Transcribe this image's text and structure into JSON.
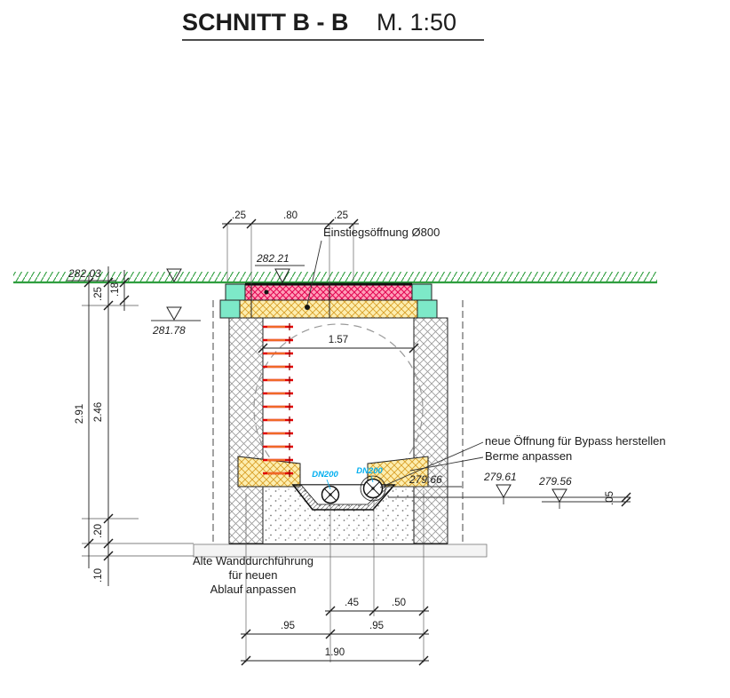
{
  "title": {
    "main": "SCHNITT B - B",
    "scale": "M. 1:50"
  },
  "labels": {
    "einstieg": "Einstiegsöffnung Ø800",
    "bypass": "neue Öffnung für Bypass herstellen",
    "berme": "Berme anpassen",
    "wand1": "Alte Wanddurchführung",
    "wand2": "für neuen",
    "wand3": "Ablauf anpassen",
    "dn200a": "DN200",
    "dn200b": "DN200"
  },
  "levels": {
    "l28221": "282.21",
    "l28203": "282.03",
    "l28178": "281.78",
    "l27966": "279.66",
    "l27961": "279.61",
    "l27956": "279.56"
  },
  "dims": {
    "top_left25": ".25",
    "top_80": ".80",
    "top_right25": ".25",
    "inner157": "1.57",
    "v291": "2.91",
    "v246": "2.46",
    "v25": ".25",
    "v18": ".18",
    "v20": ".20",
    "v10": ".10",
    "b45": ".45",
    "b50": ".50",
    "b95a": ".95",
    "b95b": ".95",
    "b190": "1.90",
    "r05": ".05"
  },
  "colors": {
    "ground_green": "#2f9e3f",
    "teal": "#7de9c8",
    "pink_bg": "#ff9fb8",
    "pink_hatch": "#e2004f",
    "yellow_bg": "#fdeeb0",
    "yellow_hatch": "#d9a028",
    "rung_red": "#e00000",
    "dn_cyan": "#00aeef",
    "wall_hatch": "#9a9a9a",
    "line": "#1c1c1c"
  }
}
